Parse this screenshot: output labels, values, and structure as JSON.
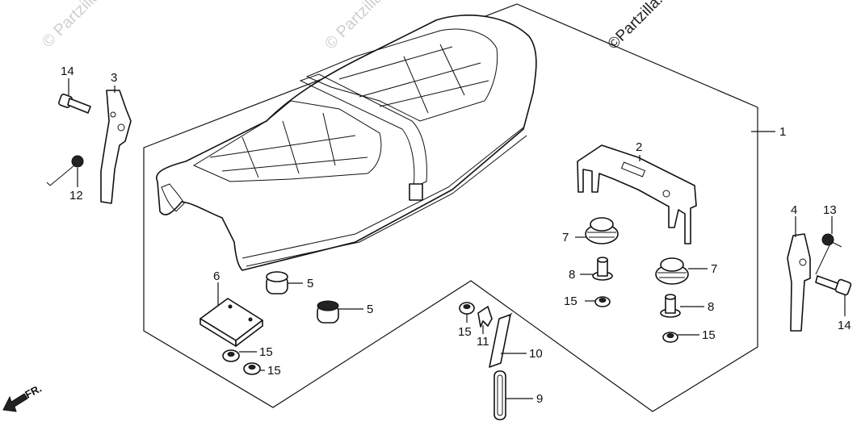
{
  "watermarks": {
    "main": "©Partzilla.com",
    "faint_1": "© Partzilla",
    "faint_2": "© Partzilla"
  },
  "front_indicator": {
    "label": "FR."
  },
  "callouts": [
    {
      "id": "c1",
      "number": "1"
    },
    {
      "id": "c2",
      "number": "2"
    },
    {
      "id": "c3",
      "number": "3"
    },
    {
      "id": "c4",
      "number": "4"
    },
    {
      "id": "c5a",
      "number": "5"
    },
    {
      "id": "c5b",
      "number": "5"
    },
    {
      "id": "c6",
      "number": "6"
    },
    {
      "id": "c7a",
      "number": "7"
    },
    {
      "id": "c7b",
      "number": "7"
    },
    {
      "id": "c8a",
      "number": "8"
    },
    {
      "id": "c8b",
      "number": "8"
    },
    {
      "id": "c9",
      "number": "9"
    },
    {
      "id": "c10",
      "number": "10"
    },
    {
      "id": "c11",
      "number": "11"
    },
    {
      "id": "c12",
      "number": "12"
    },
    {
      "id": "c13",
      "number": "13"
    },
    {
      "id": "c14a",
      "number": "14"
    },
    {
      "id": "c14b",
      "number": "14"
    },
    {
      "id": "c15a",
      "number": "15"
    },
    {
      "id": "c15b",
      "number": "15"
    },
    {
      "id": "c15c",
      "number": "15"
    },
    {
      "id": "c15d",
      "number": "15"
    },
    {
      "id": "c15e",
      "number": "15"
    }
  ]
}
